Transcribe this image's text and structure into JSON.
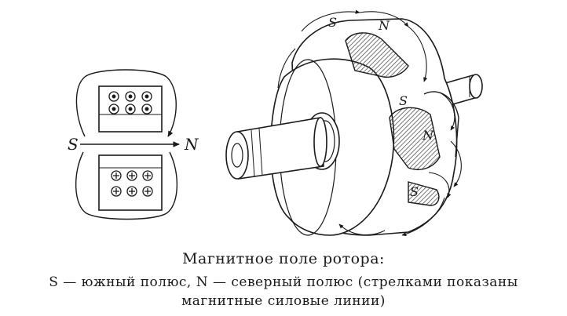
{
  "diagram": {
    "pole_labels": {
      "south": "S",
      "north": "N"
    },
    "caption": {
      "title": "Магнитное поле ротора:",
      "line1": "S — южный полюс, N — северный полюс (стрелками показаны",
      "line2": "магнитные силовые линии)"
    },
    "colors": {
      "ink": "#1a1a1a",
      "hatch": "#555555",
      "background": "#ffffff"
    }
  }
}
